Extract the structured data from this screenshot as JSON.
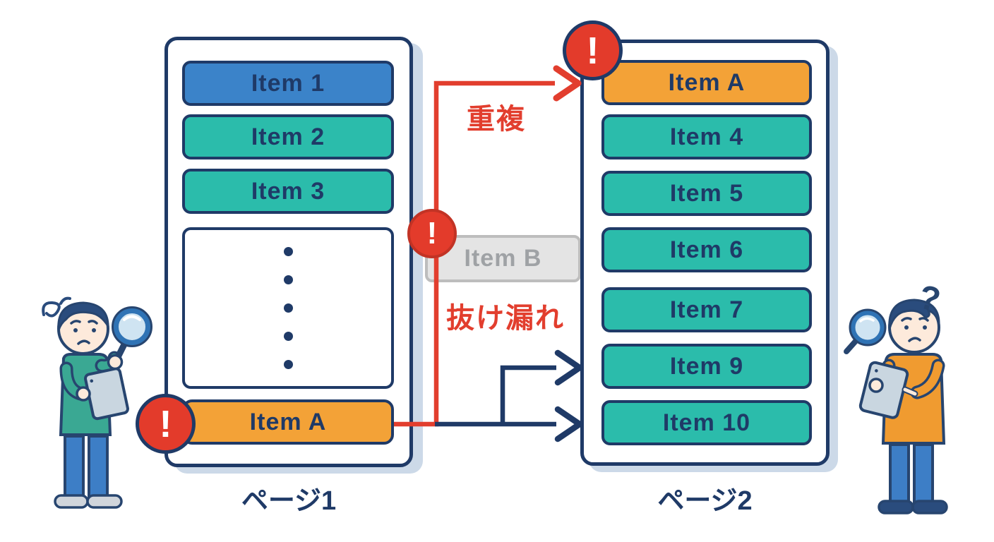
{
  "colors": {
    "navy": "#1f3a67",
    "blue_item": "#3b83c9",
    "teal_item": "#2bbcab",
    "orange_item": "#f3a237",
    "alert_red": "#e33b2b",
    "arrow_red": "#e23e2e",
    "ghost_gray": "#e4e4e4",
    "shadow_blue": "#ccd9e8"
  },
  "left_page": {
    "title": "ページ1",
    "items": [
      {
        "label": "Item 1"
      },
      {
        "label": "Item 2"
      },
      {
        "label": "Item 3"
      }
    ],
    "duplicated_item": {
      "label": "Item A"
    }
  },
  "right_page": {
    "title": "ページ2",
    "items": [
      {
        "label": "Item A"
      },
      {
        "label": "Item 4"
      },
      {
        "label": "Item 5"
      },
      {
        "label": "Item 6"
      },
      {
        "label": "Item 7"
      },
      {
        "label": "Item 9"
      },
      {
        "label": "Item 10"
      }
    ]
  },
  "annotations": {
    "duplicate_label": "重複",
    "missing_label": "抜け漏れ",
    "ghost_item_label": "Item B",
    "warning_glyph": "!",
    "question_glyph": "?"
  }
}
